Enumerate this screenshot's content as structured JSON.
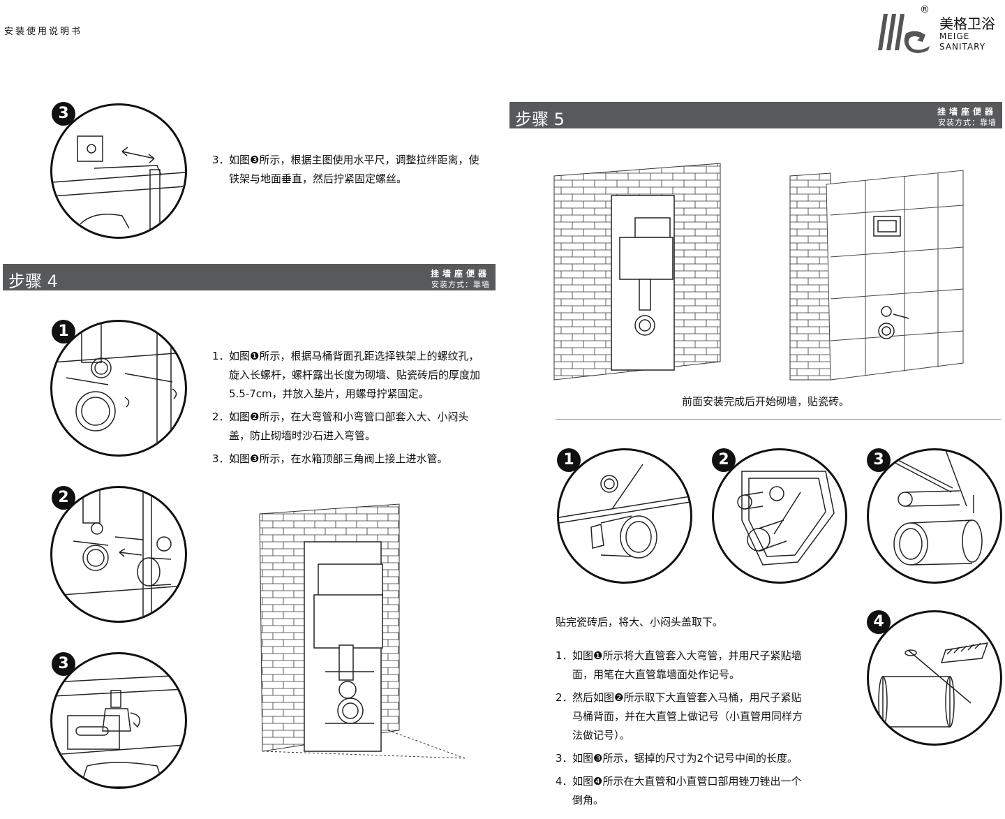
{
  "header": {
    "doc_title": "安装使用说明书"
  },
  "logo": {
    "name_cn": "美格卫浴",
    "name_en1": "MEIGE",
    "name_en2": "SANITARY",
    "reg_mark": "®"
  },
  "step3_tail": {
    "badge": "3",
    "text_num": "3．",
    "text_line1": "如图❸所示，根据主图使用水平尺，调整拉绊距离，使",
    "text_line2": "铁架与地面垂直，然后拧紧固定螺丝。"
  },
  "step4": {
    "title": "步骤 4",
    "tag1": "挂墙座便器",
    "tag2": "安装方式：靠墙",
    "badges": [
      "1",
      "2",
      "3"
    ],
    "items": [
      {
        "num": "1．",
        "lines": [
          "如图❶所示，根据马桶背面孔距选择铁架上的螺纹孔，",
          "旋入长螺杆，螺杆露出长度为砌墙、贴瓷砖后的厚度加",
          "5.5-7cm，并放入垫片，用螺母拧紧固定。"
        ]
      },
      {
        "num": "2．",
        "lines": [
          "如图❷所示，在大弯管和小弯管口部套入大、小闷头",
          "盖，防止砌墙时沙石进入弯管。"
        ]
      },
      {
        "num": "3．",
        "lines": [
          "如图❸所示，在水箱顶部三角阀上接上进水管。"
        ]
      }
    ]
  },
  "step5": {
    "title": "步骤 5",
    "tag1": "挂墙座便器",
    "tag2": "安装方式：靠墙",
    "caption": "前面安装完成后开始砌墙，贴瓷砖。",
    "badges": [
      "1",
      "2",
      "3",
      "4"
    ],
    "intro": "贴完瓷砖后，将大、小闷头盖取下。",
    "items": [
      {
        "num": "1．",
        "lines": [
          "如图❶所示将大直管套入大弯管，并用尺子紧贴墙",
          "面，用笔在大直管靠墙面处作记号。"
        ]
      },
      {
        "num": "2．",
        "lines": [
          "然后如图❷所示取下大直管套入马桶，用尺子紧贴",
          "马桶背面，并在大直管上做记号（小直管用同样方",
          "法做记号）。"
        ]
      },
      {
        "num": "3．",
        "lines": [
          "如图❸所示，锯掉的尺寸为2个记号中间的长度。"
        ]
      },
      {
        "num": "4．",
        "lines": [
          "如图❹所示在大直管和小直管口部用锉刀锉出一个",
          "倒角。"
        ]
      }
    ]
  },
  "colors": {
    "bar_bg": "#58595b",
    "ink": "#111111"
  }
}
